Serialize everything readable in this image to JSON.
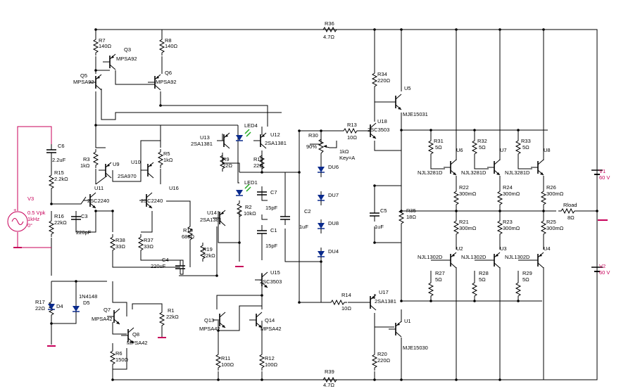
{
  "colors": {
    "wire": "#000000",
    "source": "#c8005a",
    "led": "#22aa22",
    "diode": "#0a2a8c"
  },
  "labels": {
    "R36": "R36",
    "R36v": "4.7Ω",
    "R39": "R39",
    "R39v": "4.7Ω",
    "R7": "R7",
    "R7v": "140Ω",
    "R8": "R8",
    "R8v": "140Ω",
    "Q3": "Q3",
    "Q3t": "MPSA92",
    "Q5": "Q5",
    "Q5t": "MPSA92",
    "Q6": "Q6",
    "Q6t": "MPSA92",
    "C6": "C6",
    "C6v": "2.2uF",
    "R15": "R15",
    "R15v": "2.2kΩ",
    "V3": "V3",
    "V3a": "0.5 Vpk",
    "V3b": "1kHz",
    "V3c": "0°",
    "R16": "R16",
    "R16v": "22kΩ",
    "C3": "C3",
    "C3v": "220pF",
    "R3": "R3",
    "R3v": "1kΩ",
    "U9": "U9",
    "U9t": "2SA970",
    "U10": "U10",
    "R5": "R5",
    "R5v": "1kΩ",
    "U11": "U11",
    "U11t": "2SC2240",
    "U16": "U16",
    "U16t": "2SC2240",
    "R38": "R38",
    "R38v": "33Ω",
    "R37": "R37",
    "R37v": "33Ω",
    "R18": "R18",
    "R18v": "680Ω",
    "C4": "C4",
    "C4v": "220uF",
    "R19": "R19",
    "R19v": "22kΩ",
    "U13": "U13",
    "U13t": "2SA1381",
    "R9": "R9",
    "R9v": "22Ω",
    "LED4": "LED4",
    "LED1": "LED1",
    "R10": "R10",
    "R10v": "22Ω",
    "U12": "U12",
    "U12t": "2SA1381",
    "R2": "R2",
    "R2v": "10kΩ",
    "C7": "C7",
    "C7v": "15pF",
    "C1": "C1",
    "C1v": "15pF",
    "U14": "U14",
    "U14t": "2SA1381",
    "U15": "U15",
    "U15t": "2SC3503",
    "R30": "R30",
    "R30p": "90%",
    "R30v": "1kΩ",
    "R30k": "Key=A",
    "C2": "C2",
    "C2v": "1uF",
    "DU6": "DU6",
    "DU7": "DU7",
    "DU8": "DU8",
    "DU4": "DU4",
    "R13": "R13",
    "R13v": "10Ω",
    "R14": "R14",
    "R14v": "10Ω",
    "U18": "U18",
    "U18t": "2SC3503",
    "U17": "U17",
    "U17t": "2SA1381",
    "R34": "R34",
    "R34v": "220Ω",
    "R20": "R20",
    "R20v": "220Ω",
    "U5": "U5",
    "U5t": "MJE15031",
    "U1": "U1",
    "U1t": "MJE15030",
    "C5": "C5",
    "C5v": "1uF",
    "R35": "R35",
    "R35v": "18Ω",
    "R31": "R31",
    "R31v": "5Ω",
    "R32": "R32",
    "R32v": "5Ω",
    "R33": "R33",
    "R33v": "5Ω",
    "U6": "U6",
    "U7": "U7",
    "U8": "U8",
    "NJL3281D": "NJL3281D",
    "R22": "R22",
    "R22v": "300mΩ",
    "R24": "R24",
    "R24v": "300mΩ",
    "R26": "R26",
    "R26v": "300mΩ",
    "R21": "R21",
    "R21v": "300mΩ",
    "R23": "R23",
    "R23v": "300mΩ",
    "R25": "R25",
    "R25v": "300mΩ",
    "U2": "U2",
    "U3": "U3",
    "U4": "U4",
    "NJL1302D": "NJL1302D",
    "R27": "R27",
    "R27v": "5Ω",
    "R28": "R28",
    "R28v": "5Ω",
    "R29": "R29",
    "R29v": "5Ω",
    "Rload": "Rload",
    "Rloadv": "8Ω",
    "V1": "V1",
    "V1v": "60 V",
    "V2": "V2",
    "V2v": "60 V",
    "R17": "R17",
    "R17v": "22Ω",
    "D4": "D4",
    "D5": "D5",
    "D5t": "1N4148",
    "Q7": "Q7",
    "Q7t": "MPSA42",
    "R1": "R1",
    "R1v": "22kΩ",
    "Q8": "Q8",
    "Q8t": "MPSA42",
    "R6": "R6",
    "R6v": "150Ω",
    "Q13": "Q13",
    "Q13t": "MPSA42",
    "Q14": "Q14",
    "Q14t": "MPSA42",
    "R11": "R11",
    "R11v": "100Ω",
    "R12": "R12",
    "R12v": "100Ω"
  }
}
